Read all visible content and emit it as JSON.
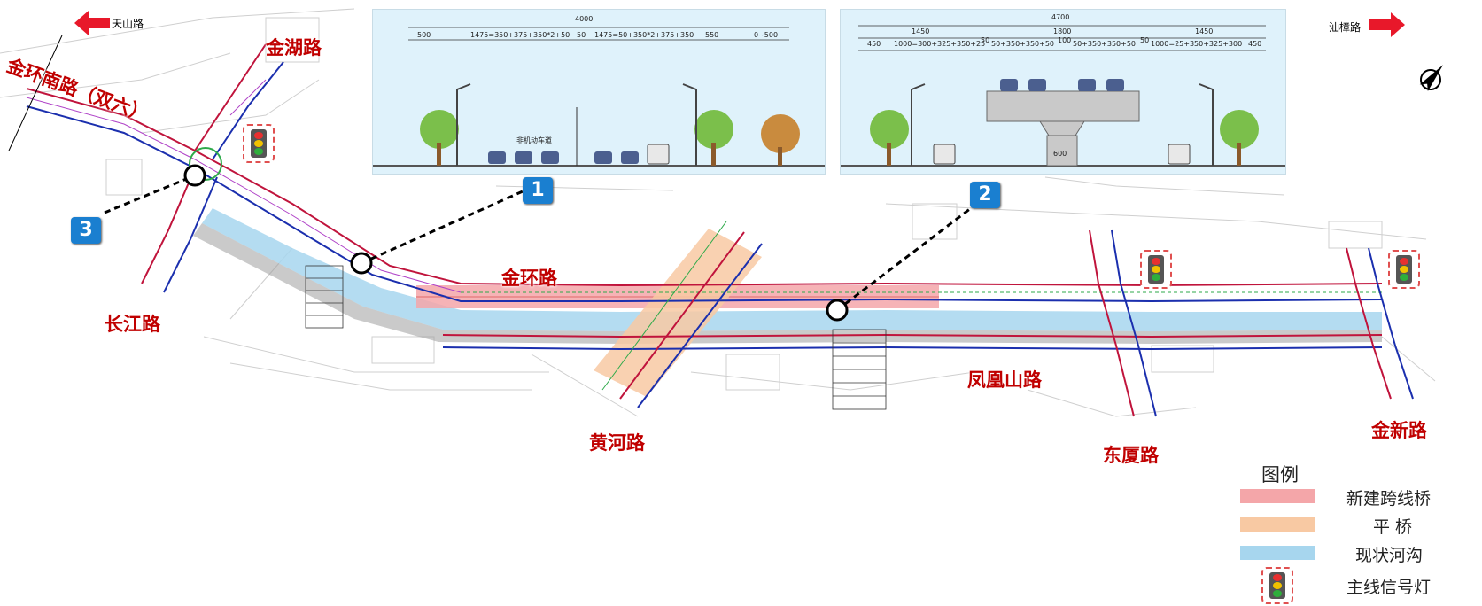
{
  "roads": {
    "jinhuan_nan": "金环南路（双六）",
    "jinhu": "金湖路",
    "changjiang": "长江路",
    "jinhuan": "金环路",
    "huanghe": "黄河路",
    "fenghuangshan": "凤凰山路",
    "dongxia": "东厦路",
    "jinxin": "金新路"
  },
  "directions": {
    "left": "天山路",
    "right": "汕樟路"
  },
  "markers": [
    "1",
    "2",
    "3"
  ],
  "section1": {
    "total": "4000",
    "center": "50",
    "parts": [
      "500",
      "1475=350+375+350*2+50",
      "1475=50+350*2+375+350",
      "550",
      "0~500"
    ],
    "bike_lane": "非机动车道"
  },
  "section2": {
    "total": "4700",
    "parts_top": [
      "1450",
      "1800",
      "1450"
    ],
    "parts_mid": [
      "450",
      "1000=300+325+350+25",
      "50",
      "50+350+350+50",
      "100",
      "50+350+350+50",
      "50",
      "1000=25+350+325+300",
      "450"
    ],
    "pier": "600"
  },
  "legend": {
    "title": "图例",
    "items": [
      {
        "label": "新建跨线桥",
        "color": "#f4a6a9"
      },
      {
        "label": "平 桥",
        "color": "#f8c9a3"
      },
      {
        "label": "现状河沟",
        "color": "#a7d6ee"
      },
      {
        "label": "主线信号灯",
        "color": "#e05050"
      }
    ]
  },
  "colors": {
    "label_red": "#c00000",
    "marker_blue": "#1a7fd0",
    "bridge_red": "#f4a6a9",
    "flat_bridge": "#f8c9a3",
    "river": "#a7d6ee"
  }
}
